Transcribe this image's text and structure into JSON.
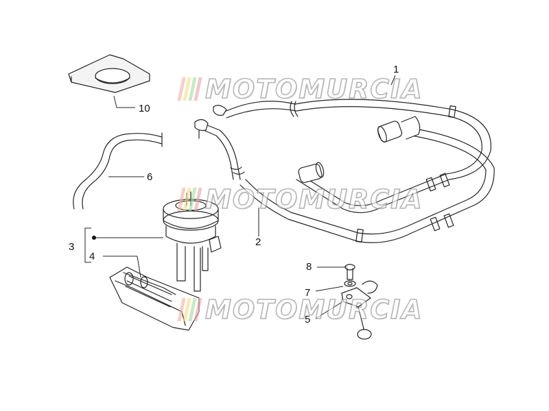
{
  "callouts": {
    "c1": "1",
    "c2": "2",
    "c3": "3",
    "c4": "4",
    "c5": "5",
    "c6": "6",
    "c7": "7",
    "c8": "8",
    "c10": "10"
  },
  "watermark": {
    "text": "MOTOMURCIA",
    "stripe_colors": [
      "#f2b3a6",
      "#f3e08a",
      "#a9dca2",
      "#e6a7ae"
    ]
  }
}
